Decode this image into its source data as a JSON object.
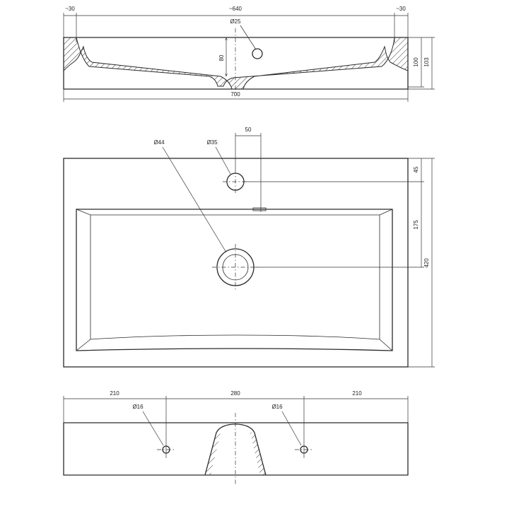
{
  "top_view": {
    "dim_left_margin": "~30",
    "dim_inner_width": "~640",
    "dim_right_margin": "~30",
    "dim_hole_diameter": "Ø25",
    "dim_inner_depth": "80",
    "dim_depth_100": "100",
    "dim_height_103": "103",
    "dim_total_width": "700"
  },
  "plan_view": {
    "dim_offset_50": "50",
    "dim_drain_diameter": "Ø44",
    "dim_tap_hole_diameter": "Ø35",
    "dim_offset_45": "45",
    "dim_offset_175": "175",
    "dim_depth_420": "420"
  },
  "front_view": {
    "dim_left_210": "210",
    "dim_middle_280": "280",
    "dim_right_210": "210",
    "dim_left_hole": "Ø16",
    "dim_right_hole": "Ø16"
  },
  "colors": {
    "line": "#2b2b2b",
    "hatch": "#333333"
  }
}
